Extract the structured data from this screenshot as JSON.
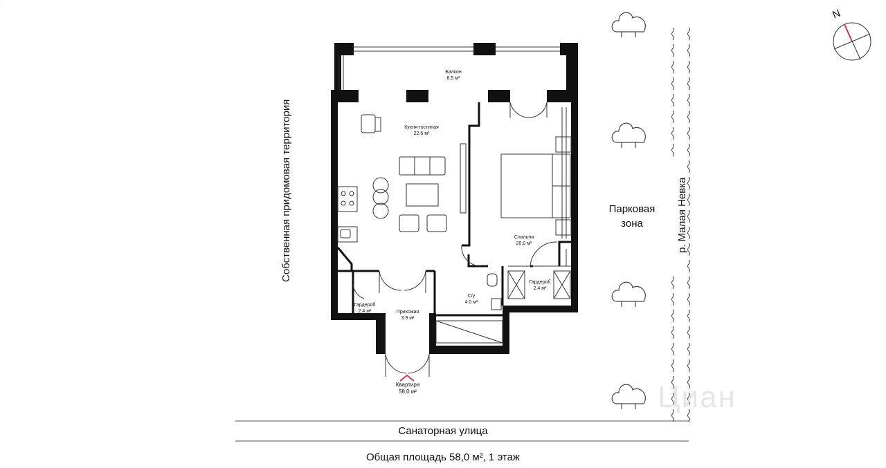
{
  "rooms": {
    "balcony": {
      "name": "Балкон",
      "area": "8.5 м²"
    },
    "kitchen": {
      "name": "Кухня-гостиная",
      "area": "22.6 м²"
    },
    "bedroom": {
      "name": "Спальня",
      "area": "20.0 м²"
    },
    "wardrobe_left": {
      "name": "Гардероб",
      "area": "2.4 м²"
    },
    "hall": {
      "name": "Прихожая",
      "area": "3.9 м²"
    },
    "bathroom": {
      "name": "С/у",
      "area": "4.0 м²"
    },
    "wardrobe_right": {
      "name": "Гардероб",
      "area": "2.4 м²"
    }
  },
  "entrance": {
    "name": "Квартира",
    "area": "58,0 м²"
  },
  "surroundings": {
    "left": "Собственная придомовая территория",
    "park_line1": "Парковая",
    "park_line2": "зона",
    "river": "р. Малая Невка",
    "street": "Санаторная улица"
  },
  "compass": {
    "label": "N"
  },
  "summary": "Общая площадь 58,0 м², 1 этаж",
  "watermark": "Циан",
  "colors": {
    "walls": "#111111",
    "accent": "#d6334a",
    "lines": "#333333"
  }
}
